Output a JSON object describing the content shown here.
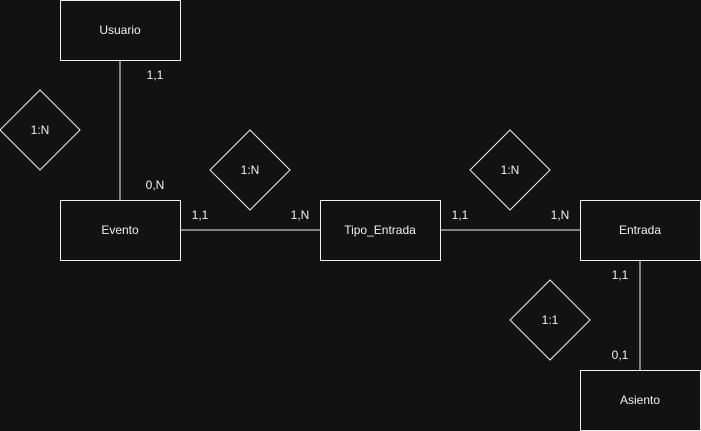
{
  "diagram": {
    "entities": {
      "usuario": "Usuario",
      "evento": "Evento",
      "tipo_entrada": "Tipo_Entrada",
      "entrada": "Entrada",
      "asiento": "Asiento"
    },
    "relationships": {
      "usuario_evento": "1:N",
      "evento_tipo": "1:N",
      "tipo_entrada": "1:N",
      "entrada_asiento": "1:1"
    },
    "cardinalities": {
      "usuario_side": "1,1",
      "evento_from_usuario": "0,N",
      "evento_to_tipo": "1,1",
      "tipo_from_evento": "1,N",
      "tipo_to_entrada": "1,1",
      "entrada_from_tipo": "1,N",
      "entrada_to_asiento": "1,1",
      "asiento_from_entrada": "0,1"
    }
  },
  "colors": {
    "background": "#121212",
    "stroke": "#f0f0f0",
    "text": "#f0f0f0"
  }
}
